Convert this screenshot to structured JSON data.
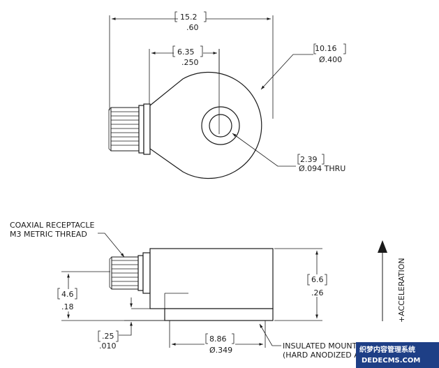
{
  "top_view": {
    "overall_width": {
      "metric": "15.2",
      "imperial": ".60"
    },
    "hole_offset": {
      "metric": "6.35",
      "imperial": ".250"
    },
    "body_diameter": {
      "metric": "10.16",
      "imperial": "Ø.400"
    },
    "thru_hole": {
      "metric": "2.39",
      "imperial": "Ø.094 THRU"
    }
  },
  "side_view": {
    "connector_note": [
      "COAXIAL RECEPTACLE",
      "M3 METRIC THREAD"
    ],
    "connector_height": {
      "metric": "4.6",
      "imperial": ".18"
    },
    "body_height": {
      "metric": "6.6",
      "imperial": ".26"
    },
    "base_gap": {
      "metric": ".25",
      "imperial": ".010"
    },
    "base_diameter": {
      "metric": "8.86",
      "imperial": "Ø.349"
    },
    "base_note": [
      "INSULATED MOUNTING SURFACE",
      "(HARD ANODIZED ALUMINUM)"
    ],
    "axis_label": "+ACCELERATION"
  },
  "watermark": {
    "line1": "织梦内容管理系统",
    "line2": "DEDECMS.COM"
  },
  "colors": {
    "line": "#1a1a1a",
    "background": "#ffffff",
    "watermark_bg": "#1e3f86"
  }
}
